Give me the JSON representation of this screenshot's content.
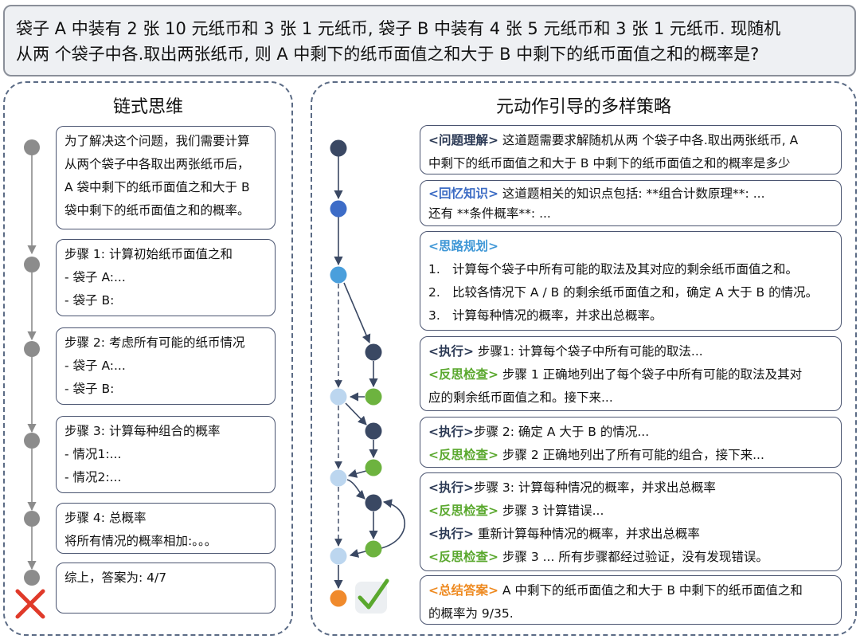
{
  "question": {
    "line1": "袋子 A 中装有 2 张 10 元纸币和 3 张 1 元纸币, 袋子 B 中装有 4 张 5 元纸币和 3 张 1 元纸币. 现随机",
    "line2": "从两 个袋子中各.取出两张纸币, 则 A 中剩下的纸币面值之和大于 B 中剩下的纸币面值之和的概率是?"
  },
  "left_panel": {
    "title": "链式思维",
    "boxes": [
      {
        "lines": [
          "为了解决这个问题，我们需要计算",
          "从两个袋子中各取出两张纸币后，",
          "A 袋中剩下的纸币面值之和大于 B",
          "袋中剩下的纸币面值之和的概率。"
        ]
      },
      {
        "lines": [
          "步骤 1: 计算初始纸币面值之和",
          "- 袋子 A:...",
          "- 袋子 B:"
        ]
      },
      {
        "lines": [
          "步骤 2: 考虑所有可能的纸币情况",
          "- 袋子 A:...",
          "- 袋子 B:"
        ]
      },
      {
        "lines": [
          "步骤 3: 计算每种组合的概率",
          "- 情况1:...",
          "- 情况2:..."
        ]
      },
      {
        "lines": [
          "步骤 4:  总概率",
          "将所有情况的概率相加:。。。"
        ]
      },
      {
        "lines": [
          "综上，答案为:  4/7"
        ]
      }
    ],
    "result_icon": "red-cross-icon"
  },
  "right_panel": {
    "title": "元动作引导的多样策略",
    "box1": {
      "tag": "<问题理解>",
      "text1": " 这道题需要求解随机从两 个袋子中各.取出两张纸币, A",
      "text2": "中剩下的纸币面值之和大于 B 中剩下的纸币面值之和的概率是多少"
    },
    "box2": {
      "tag": "<回忆知识>",
      "text1": " 这道题相关的知识点包括: **组合计数原理**: ...",
      "text2": "还有 **条件概率**: ..."
    },
    "box3": {
      "tag": "<思路规划>",
      "items": [
        {
          "num": "1.",
          "text": "计算每个袋子中所有可能的取法及其对应的剩余纸币面值之和。"
        },
        {
          "num": "2.",
          "text": "比较各情况下 A / B 的剩余纸币面值之和，确定 A 大于 B 的情况。"
        },
        {
          "num": "3.",
          "text": "计算每种情况的概率，并求出总概率。"
        }
      ]
    },
    "box4": {
      "exec_tag": "<执行>",
      "exec_text": " 步骤1: 计算每个袋子中所有可能的取法...",
      "check_tag": "<反思检查>",
      "check_text": " 步骤 1 正确地列出了每个袋子中所有可能的取法及其对",
      "check_text2": "应的剩余纸币面值之和。接下来..."
    },
    "box5": {
      "exec_tag": "<执行>",
      "exec_text": "步骤 2: 确定 A 大于 B 的情况...",
      "check_tag": "<反思检查>",
      "check_text": " 步骤 2 正确地列出了所有可能的组合，接下来..."
    },
    "box6": {
      "exec_tag": "<执行>",
      "exec_text": "步骤 3: 计算每种情况的概率，并求出总概率",
      "check_tag": "<反思检查>",
      "check_text": " 步骤 3 计算错误...",
      "exec2_tag": "<执行>",
      "exec2_text": " 重新计算每种情况的概率，并求出总概率",
      "check2_tag": "<反思检查>",
      "check2_text": " 步骤 3 ... 所有步骤都经过验证，没有发现错误。"
    },
    "box7": {
      "tag": "<总结答案>",
      "text1": " A 中剩下的纸币面值之和大于 B 中剩下的纸币面值之和",
      "text2": "的概率为 9/35."
    },
    "result_icon": "green-check-icon"
  },
  "colors": {
    "node_gray": "#8c8c8c",
    "node_navy": "#3a4863",
    "node_blue": "#3d6cc7",
    "node_lightblue": "#4a9fdc",
    "node_paleblue": "#bcd6ef",
    "node_green": "#6db33f",
    "node_orange": "#f08a2c",
    "cross_red": "#e03a2a",
    "check_green": "#5aa82e"
  }
}
